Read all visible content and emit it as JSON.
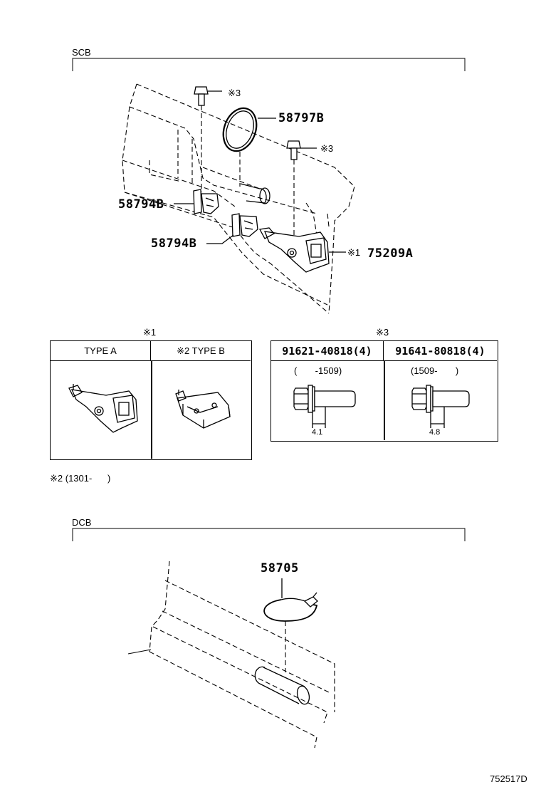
{
  "scb": {
    "section_label": "SCB",
    "parts": {
      "ring": "58797B",
      "bracket_left": "58794B",
      "bracket_mid": "58794B",
      "main_bracket": "75209A",
      "main_bracket_ref": "※1",
      "bolt_ref_1": "※3",
      "bolt_ref_2": "※3"
    }
  },
  "type_table": {
    "ref": "※1",
    "col_a": "TYPE A",
    "col_b": "※2  TYPE B"
  },
  "bolt_table": {
    "ref": "※3",
    "col_1": "91621-40818(4)",
    "col_2": "91641-80818(4)",
    "range_1": "(       -1509)",
    "range_2": "(1509-       )",
    "dim_1": "4.1",
    "dim_2": "4.8"
  },
  "note": "※2 (1301-      )",
  "dcb": {
    "section_label": "DCB",
    "part": "58705"
  },
  "diagram_id": "752517D"
}
